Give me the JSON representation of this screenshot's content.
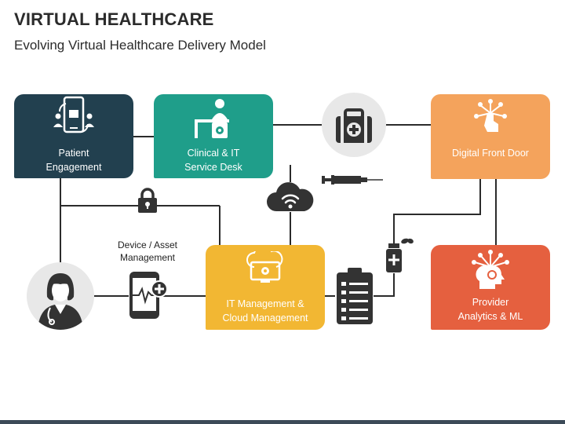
{
  "header": {
    "title": "VIRTUAL HEALTHCARE",
    "subtitle": "Evolving Virtual Healthcare Delivery Model"
  },
  "nodes": {
    "patient_engagement": {
      "line1": "Patient",
      "line2": "Engagement",
      "color": "#22404f"
    },
    "clinical_it": {
      "line1": "Clinical & IT",
      "line2": "Service Desk",
      "color": "#1f9e8a"
    },
    "digital_front_door": {
      "line1": "Digital Front Door",
      "color": "#f4a35c"
    },
    "it_management": {
      "line1": "IT Management &",
      "line2": "Cloud Management",
      "color": "#f2b733"
    },
    "provider_analytics": {
      "line1": "Provider",
      "line2": "Analytics & ML",
      "color": "#e5603f"
    }
  },
  "device_asset": {
    "line1": "Device / Asset",
    "line2": "Management"
  },
  "icons": [
    "patient-engagement-icon",
    "service-desk-icon",
    "first-aid-kit-icon",
    "syringe-icon",
    "digital-front-door-icon",
    "cloud-wifi-icon",
    "padlock-icon",
    "doctor-avatar-icon",
    "mobile-health-icon",
    "cloud-management-icon",
    "clipboard-icon",
    "medicine-bottle-icon",
    "analytics-brain-icon"
  ],
  "colors": {
    "line": "#2b2b2b",
    "dark_icon": "#333333",
    "bottom_bar": "#3c4a58"
  }
}
